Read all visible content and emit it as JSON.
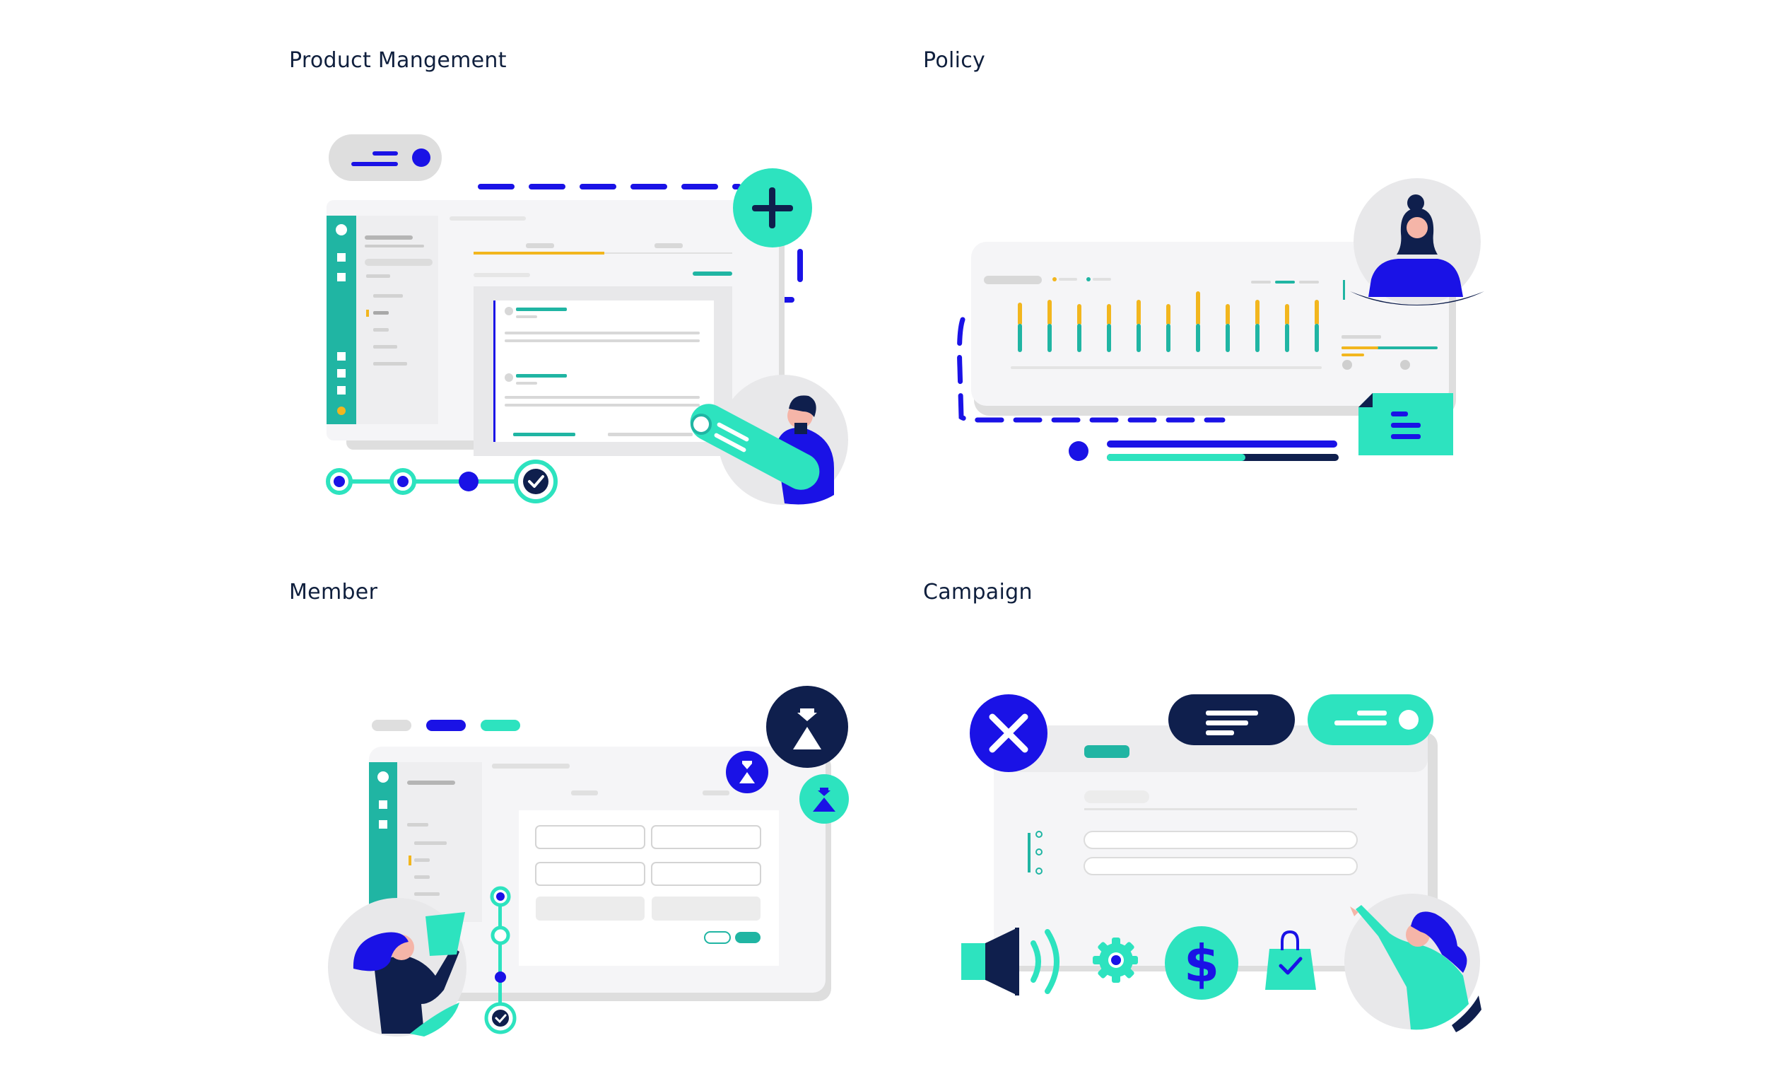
{
  "sections": [
    {
      "title": "Product Mangement"
    },
    {
      "title": "Policy"
    },
    {
      "title": "Member"
    },
    {
      "title": "Campaign"
    }
  ],
  "colors": {
    "navy": "#0f1f4d",
    "blue": "#1a12e6",
    "teal": "#20b5a3",
    "mint": "#2de3bf",
    "yellow": "#f2b61e",
    "panel": "#f5f5f7",
    "shadow": "#dedede",
    "skin": "#f5b5a8"
  },
  "icons": [
    "plus-icon",
    "check-icon",
    "hourglass-icon",
    "close-icon",
    "megaphone-icon",
    "gear-icon",
    "dollar-icon",
    "shopping-bag-icon"
  ],
  "progress": {
    "policy_bar_fraction": 0.6,
    "steps_total": 4,
    "steps_done": 4
  }
}
